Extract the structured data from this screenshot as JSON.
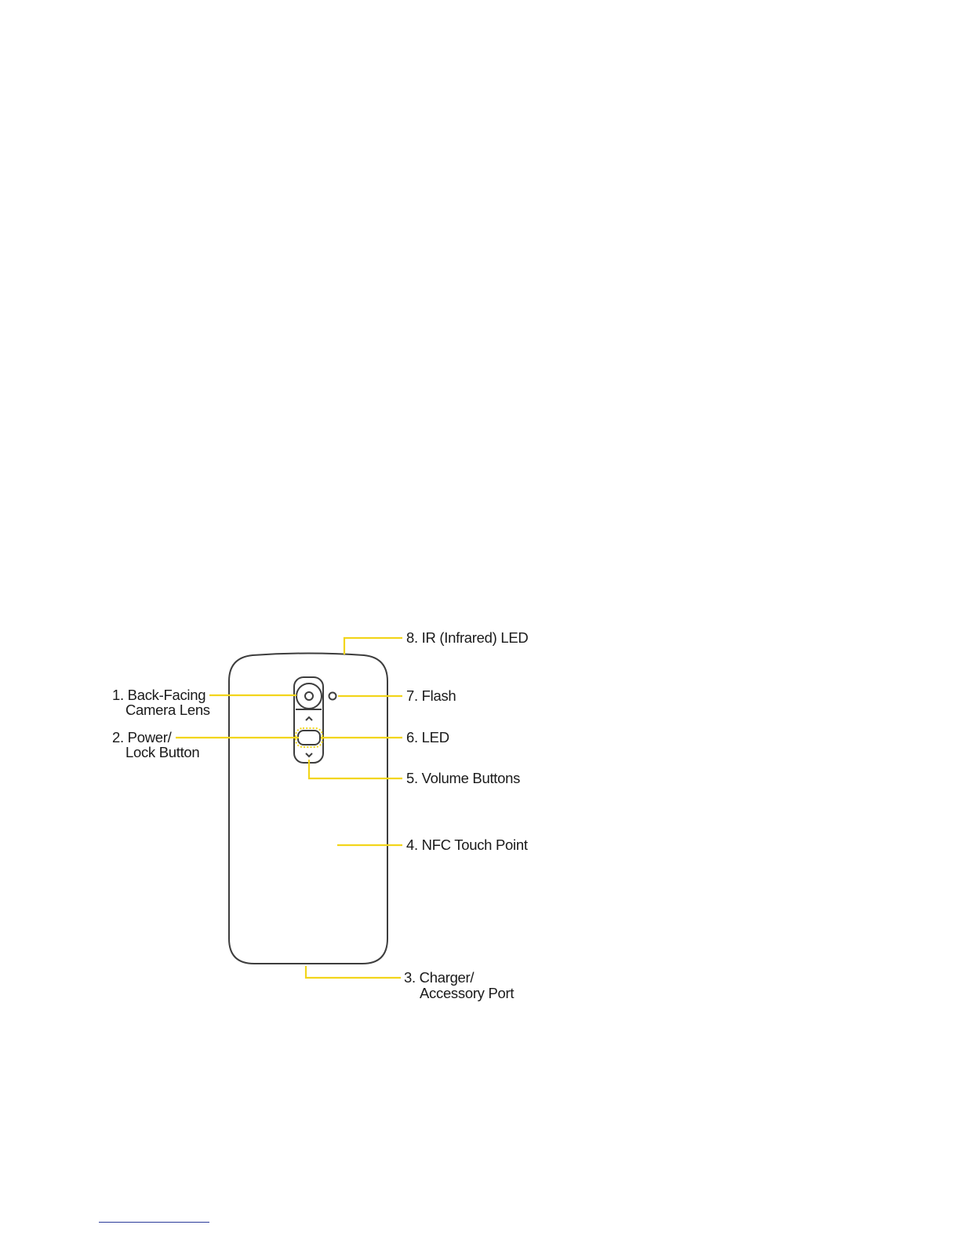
{
  "colors": {
    "leader": "#f2d51b",
    "outline": "#3d3d3d",
    "footer_rule": "#2a3a9a"
  },
  "callouts": [
    {
      "id": "back-facing-camera-lens",
      "lines": [
        "1. Back-Facing",
        "Camera Lens"
      ]
    },
    {
      "id": "power-lock-button",
      "lines": [
        "2. Power/",
        "Lock Button"
      ]
    },
    {
      "id": "charger-accessory-port",
      "lines": [
        "3. Charger/",
        "Accessory Port"
      ]
    },
    {
      "id": "nfc-touch-point",
      "lines": [
        "4. NFC Touch Point"
      ]
    },
    {
      "id": "volume-buttons",
      "lines": [
        "5. Volume Buttons"
      ]
    },
    {
      "id": "led",
      "lines": [
        "6. LED"
      ]
    },
    {
      "id": "flash",
      "lines": [
        "7. Flash"
      ]
    },
    {
      "id": "ir-infrared-led",
      "lines": [
        "8. IR (Infrared) LED"
      ]
    }
  ]
}
